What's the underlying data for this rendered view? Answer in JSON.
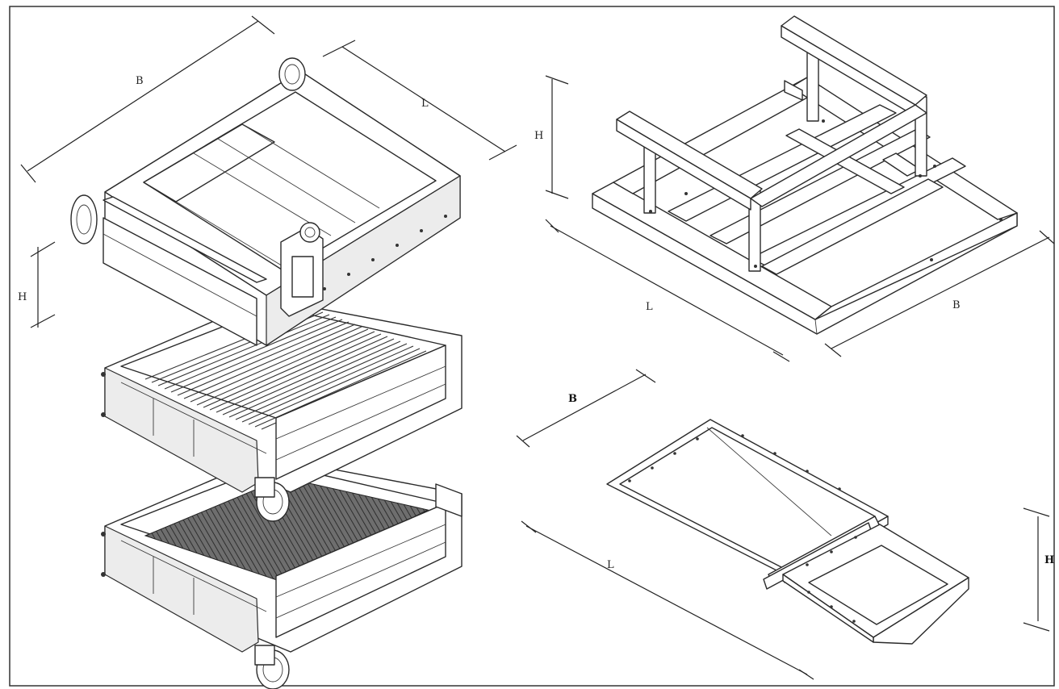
{
  "colors": {
    "line": "#2a2a2a",
    "background": "#ffffff",
    "border": "#333333"
  },
  "coil_assembly": {
    "dim_b": "B",
    "dim_l": "L",
    "dim_h": "H"
  },
  "frame_assembly": {
    "dim_h": "H",
    "dim_l": "L",
    "dim_b": "B"
  },
  "filter_assembly": {
    "dim_b": "B",
    "dim_l": "L",
    "dim_h": "H"
  }
}
